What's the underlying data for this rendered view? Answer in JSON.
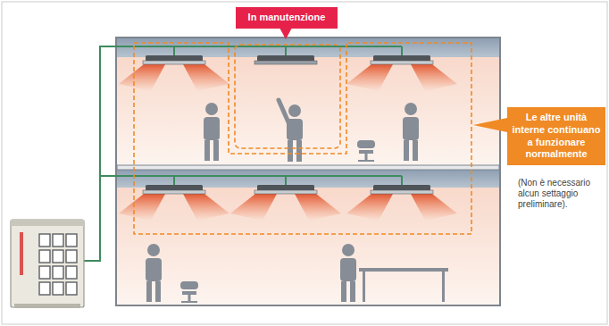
{
  "diagram": {
    "nodes": [
      {
        "text": [
          "In manutenzione"
        ]
      },
      {
        "text": [
          "Le altre unità interne continuano a funzionare normalmente"
        ]
      }
    ],
    "labels": [
      "(Non è necessario alcun settaggio preliminare)."
    ]
  }
}
